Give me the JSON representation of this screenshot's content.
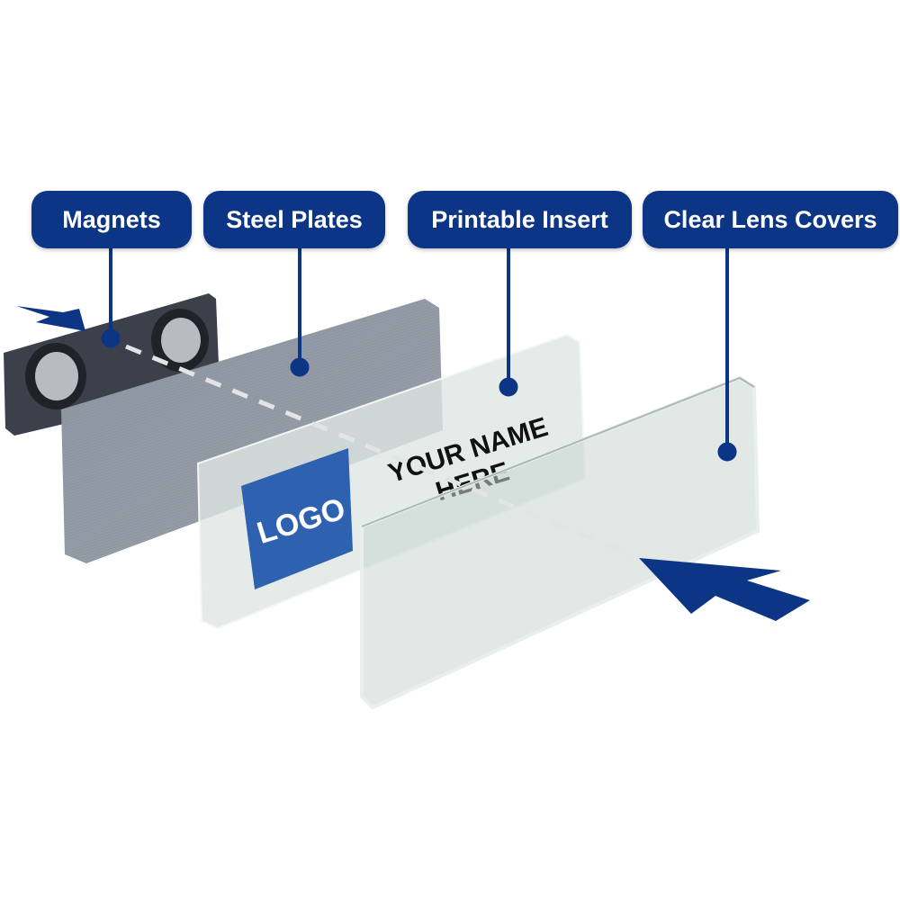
{
  "labels": {
    "magnets": "Magnets",
    "steel_plates": "Steel Plates",
    "printable_insert": "Printable Insert",
    "clear_lens_covers": "Clear Lens Covers"
  },
  "insert": {
    "logo_text": "LOGO",
    "name_line1": "YOUR NAME",
    "name_line2": "HERE"
  },
  "colors": {
    "navy": "#0d3585",
    "logo_blue": "#2e62b0"
  }
}
